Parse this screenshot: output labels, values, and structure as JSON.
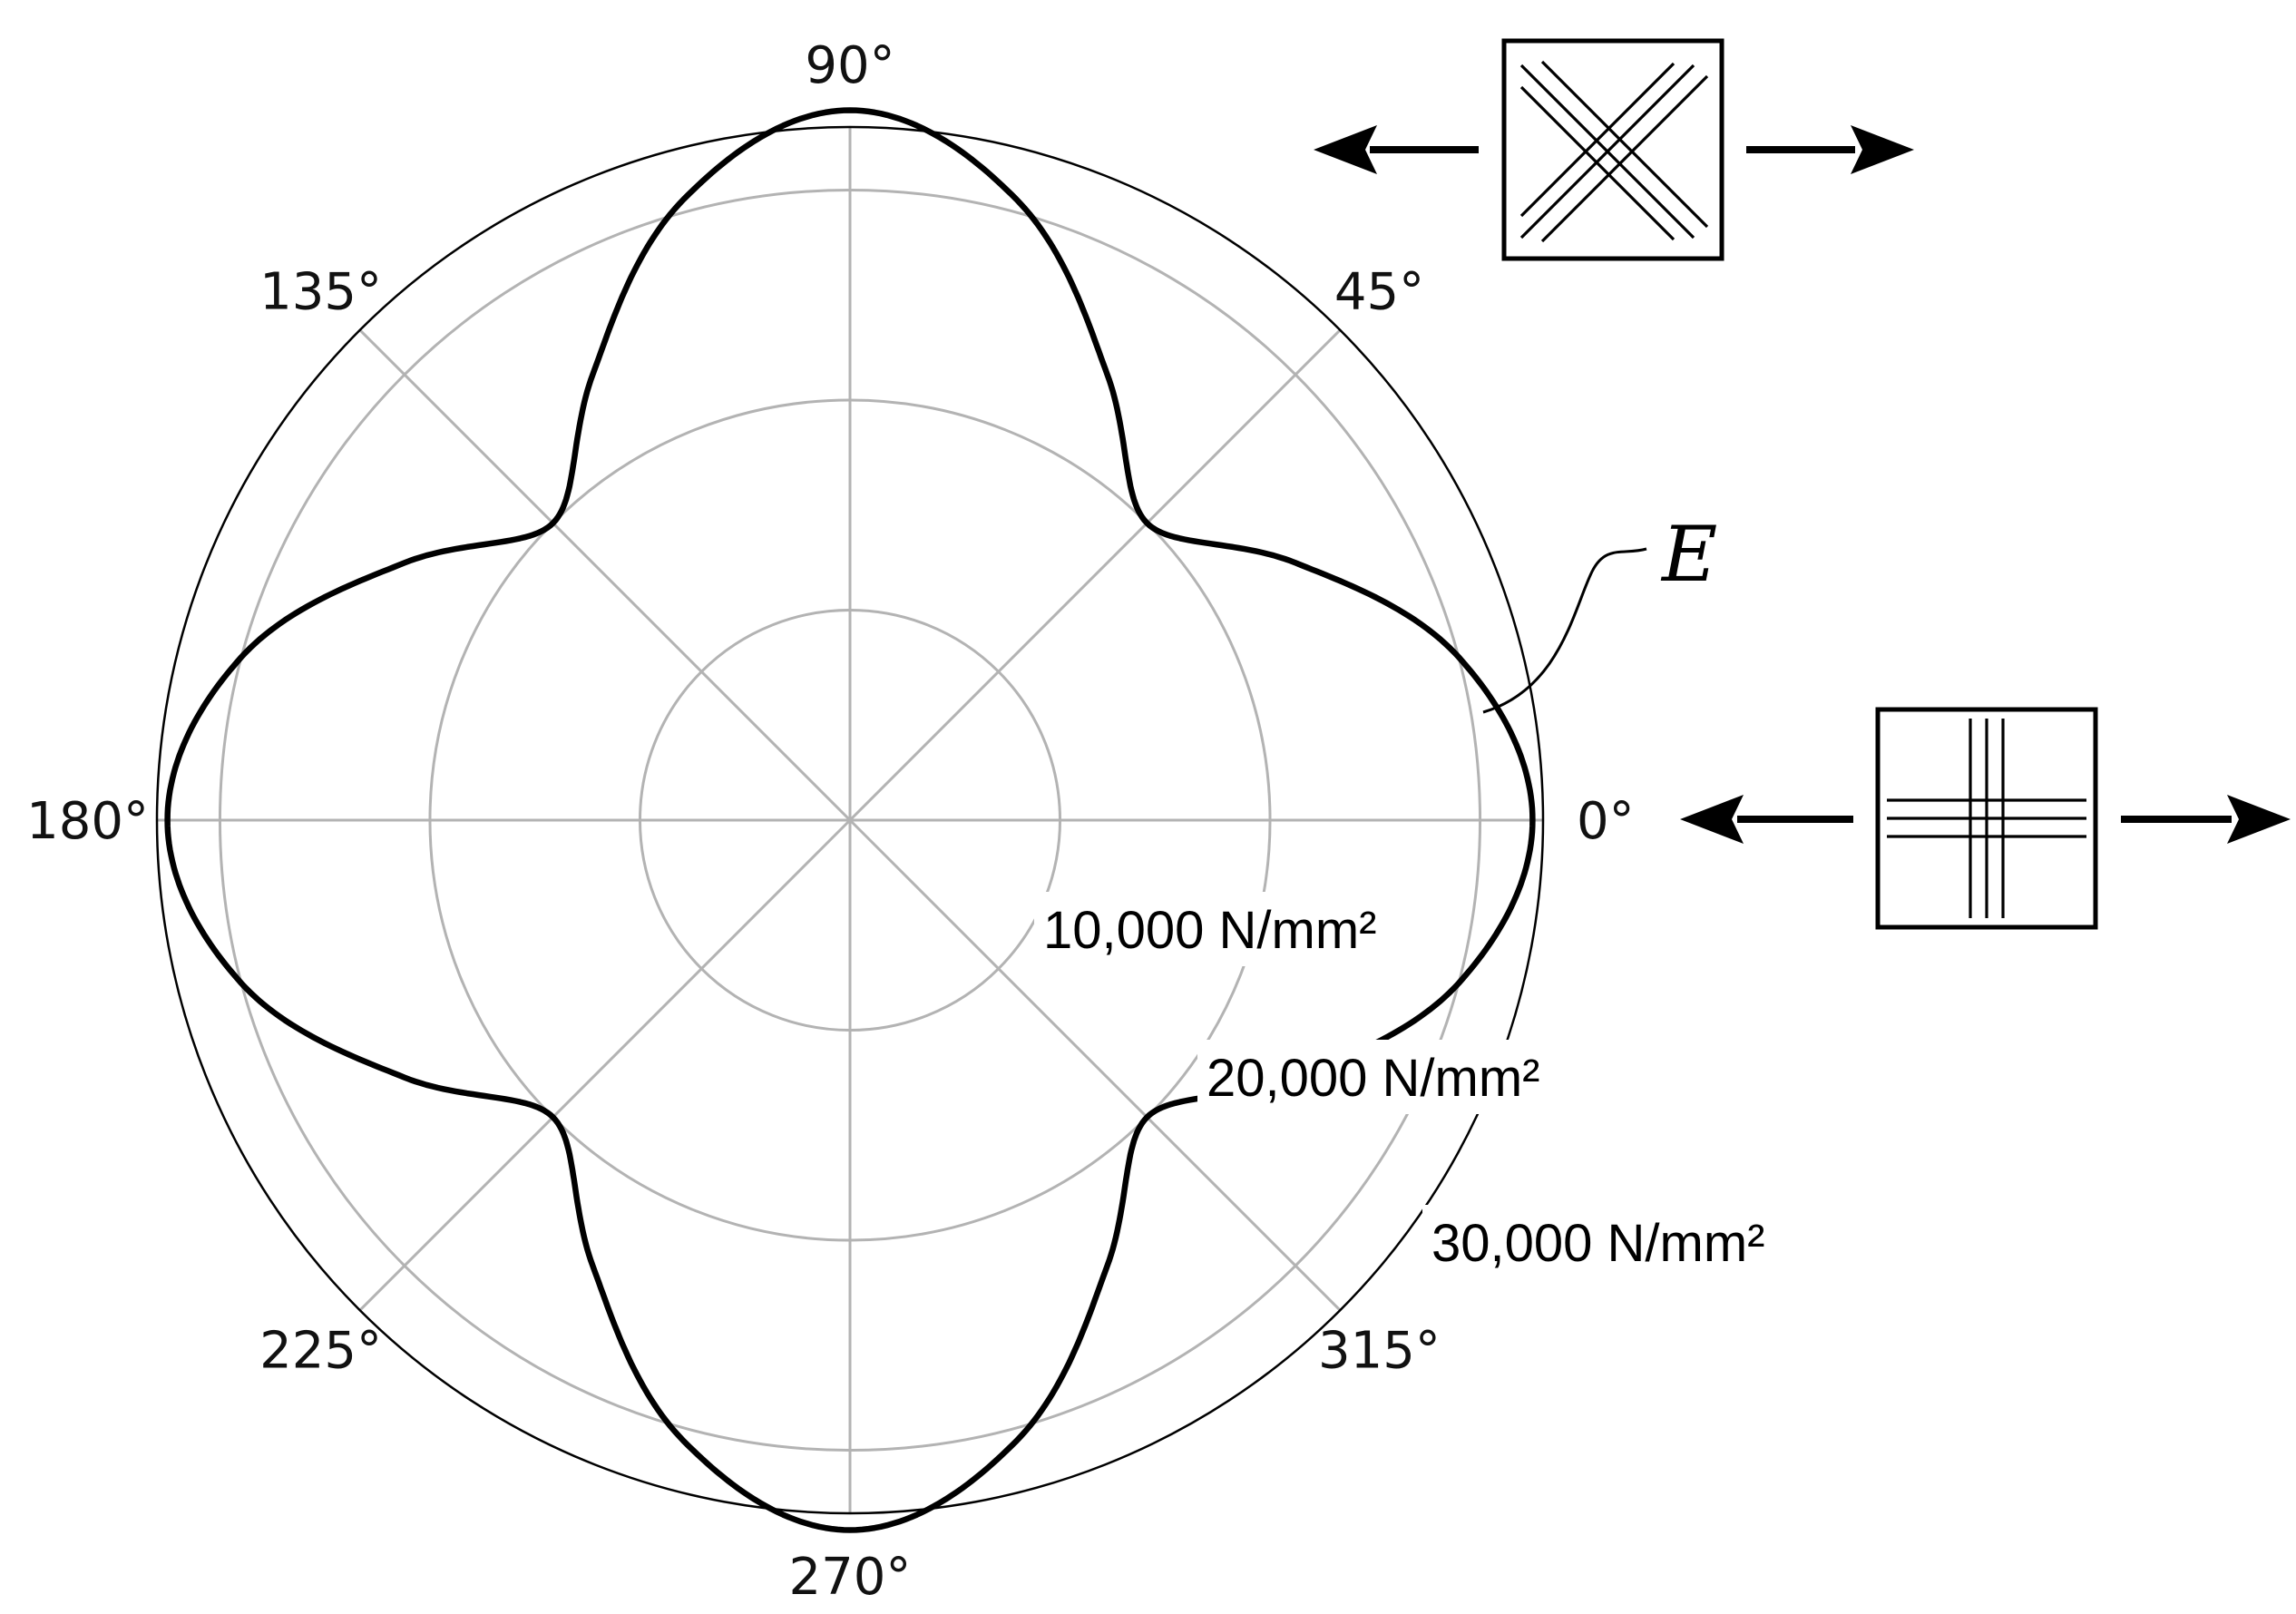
{
  "chart_data": {
    "type": "polar-line",
    "curve_label": "E",
    "angle_unit": "°",
    "angle_ticks": [
      "0°",
      "45°",
      "90°",
      "135°",
      "180°",
      "225°",
      "270°",
      "315°"
    ],
    "radial_ticks": [
      {
        "value": 10000,
        "label": "10,000 N/mm²"
      },
      {
        "value": 20000,
        "label": "20,000 N/mm²"
      },
      {
        "value": 30000,
        "label": "30,000 N/mm²"
      }
    ],
    "rmax": 33000,
    "series": [
      {
        "theta_deg": [
          0,
          15,
          30,
          45,
          60,
          75,
          90,
          105,
          120,
          135,
          150,
          165,
          180,
          195,
          210,
          225,
          240,
          255,
          270,
          285,
          300,
          315,
          330,
          345,
          360
        ],
        "r": [
          32500,
          30000,
          24500,
          20000,
          24500,
          30600,
          33800,
          30600,
          24500,
          20000,
          24500,
          30000,
          32500,
          30000,
          24500,
          20000,
          24500,
          30600,
          33800,
          30600,
          24500,
          20000,
          24500,
          30000,
          32500
        ]
      }
    ],
    "grid": true,
    "insets": [
      {
        "position": "top-right",
        "fiber_orientation": "±45°",
        "arrows": "horizontal"
      },
      {
        "position": "right",
        "fiber_orientation": "0°/90°",
        "arrows": "horizontal"
      }
    ]
  }
}
